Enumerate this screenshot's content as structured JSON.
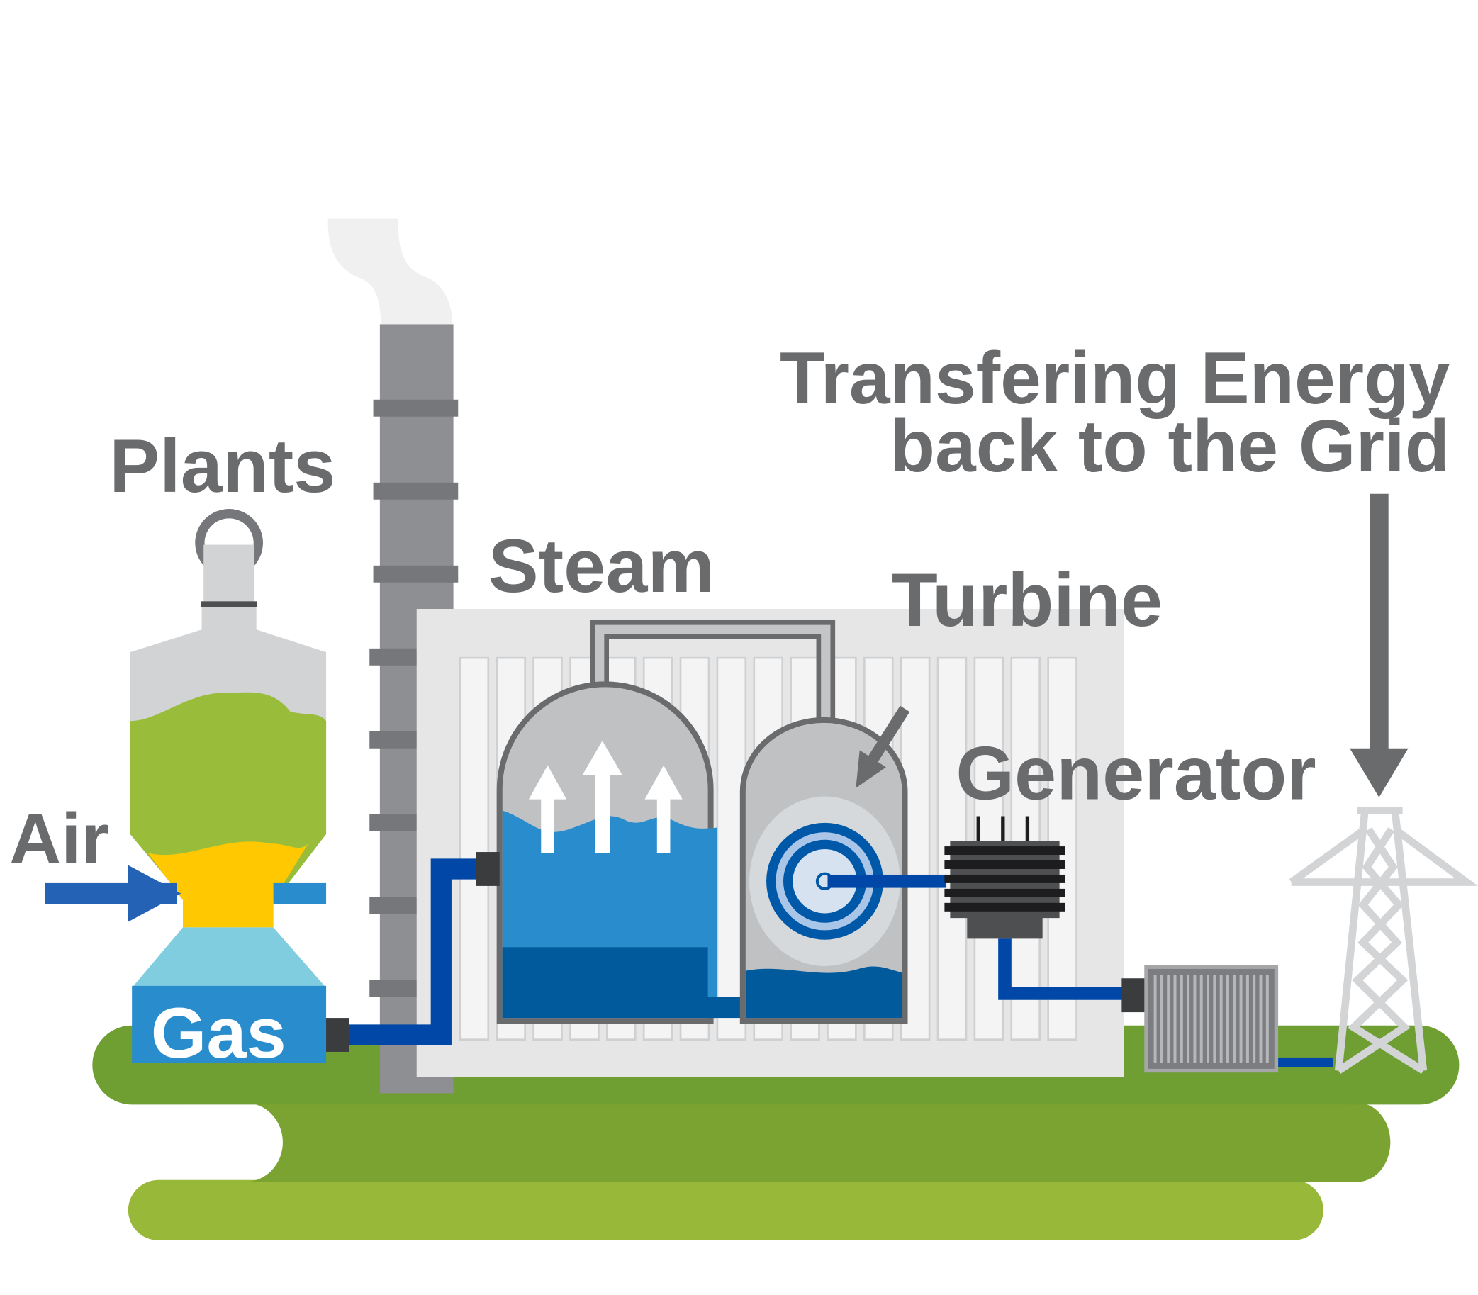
{
  "labels": {
    "plants": "Plants",
    "air": "Air",
    "gas": "Gas",
    "steam": "Steam",
    "turbine": "Turbine",
    "generator": "Generator",
    "grid_line1": "Transfering Energy",
    "grid_line2": "back to the Grid"
  },
  "colors": {
    "text": "#6a6b6d",
    "ground_dark": "#6f9f33",
    "ground_mid": "#7ba332",
    "ground_light": "#98b83a",
    "water": "#288ccd",
    "water_dark": "#005a9c",
    "pipe": "#0047a8",
    "plant_green": "#99bd3b",
    "flame": "#ffc800",
    "gas_light": "#80cde0"
  }
}
